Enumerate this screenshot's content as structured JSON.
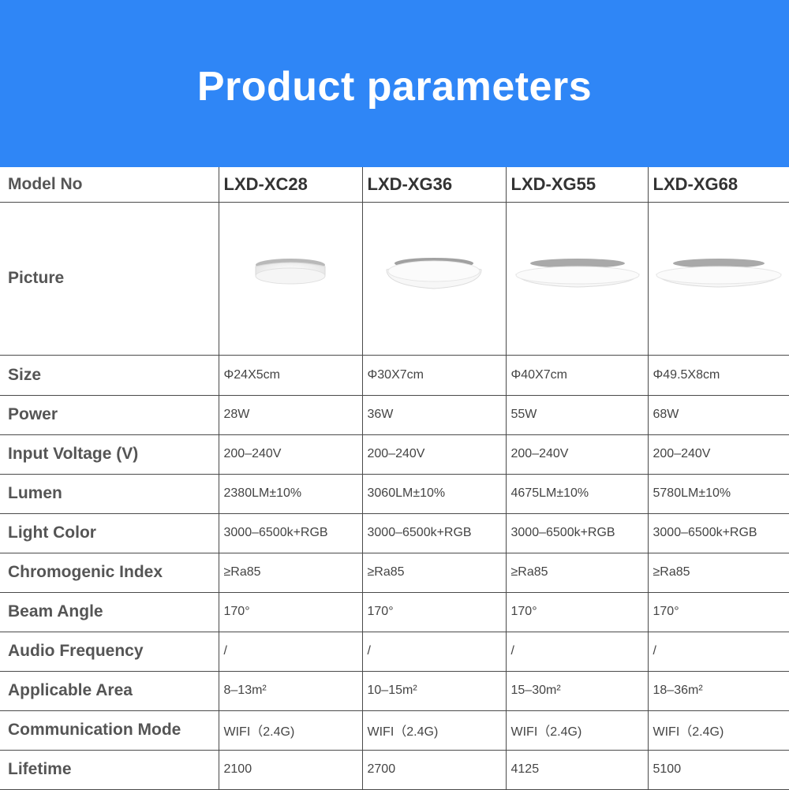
{
  "title": "Product parameters",
  "columns": [
    "LXD-XC28",
    "LXD-XG36",
    "LXD-XG55",
    "LXD-XG68"
  ],
  "model_label": "Model No",
  "picture_label": "Picture",
  "rows": [
    {
      "label": "Size",
      "values": [
        "Φ24X5cm",
        "Φ30X7cm",
        "Φ40X7cm",
        "Φ49.5X8cm"
      ]
    },
    {
      "label": "Power",
      "values": [
        "28W",
        "36W",
        "55W",
        "68W"
      ]
    },
    {
      "label": "Input Voltage (V)",
      "values": [
        "200–240V",
        "200–240V",
        "200–240V",
        "200–240V"
      ]
    },
    {
      "label": "Lumen",
      "values": [
        "2380LM±10%",
        "3060LM±10%",
        "4675LM±10%",
        "5780LM±10%"
      ]
    },
    {
      "label": "Light Color",
      "values": [
        "3000–6500k+RGB",
        "3000–6500k+RGB",
        "3000–6500k+RGB",
        "3000–6500k+RGB"
      ]
    },
    {
      "label": "Chromogenic Index",
      "values": [
        "≥Ra85",
        "≥Ra85",
        "≥Ra85",
        "≥Ra85"
      ]
    },
    {
      "label": "Beam Angle",
      "values": [
        "170°",
        "170°",
        "170°",
        "170°"
      ]
    },
    {
      "label": "Audio Frequency",
      "values": [
        "/",
        "/",
        "/",
        "/"
      ]
    },
    {
      "label": "Applicable Area",
      "values": [
        "8–13m²",
        "10–15m²",
        "15–30m²",
        "18–36m²"
      ]
    },
    {
      "label": "Communication Mode",
      "values": [
        "WIFI（2.4G)",
        "WIFI（2.4G)",
        "WIFI（2.4G)",
        "WIFI（2.4G)"
      ]
    },
    {
      "label": "Lifetime",
      "values": [
        "2100",
        "2700",
        "4125",
        "5100"
      ]
    }
  ]
}
